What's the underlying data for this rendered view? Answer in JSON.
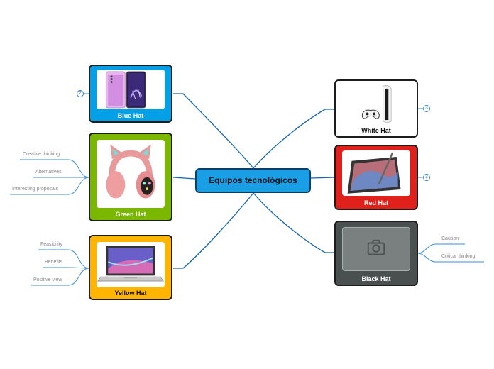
{
  "central": {
    "title": "Equipos tecnológicos"
  },
  "nodes": {
    "blue": {
      "label": "Blue Hat",
      "badge": "2",
      "color": "#03a0e8"
    },
    "green": {
      "label": "Green Hat",
      "color": "#7ab800"
    },
    "yellow": {
      "label": "Yellow Hat",
      "color": "#ffb400"
    },
    "white": {
      "label": "White Hat",
      "badge": "3",
      "color": "#ffffff"
    },
    "red": {
      "label": "Red Hat",
      "badge": "3",
      "color": "#e0201b"
    },
    "black": {
      "label": "Black Hat",
      "color": "#4a4f4f"
    }
  },
  "subtopics": {
    "green": [
      "Creative thinking",
      "Alternatives",
      "Interesting proposals"
    ],
    "yellow": [
      "Feasibility",
      "Benefits",
      "Positive view"
    ],
    "black": [
      "Caution",
      "Critical thinking"
    ]
  },
  "icons": {
    "black_placeholder": "camera-icon"
  }
}
